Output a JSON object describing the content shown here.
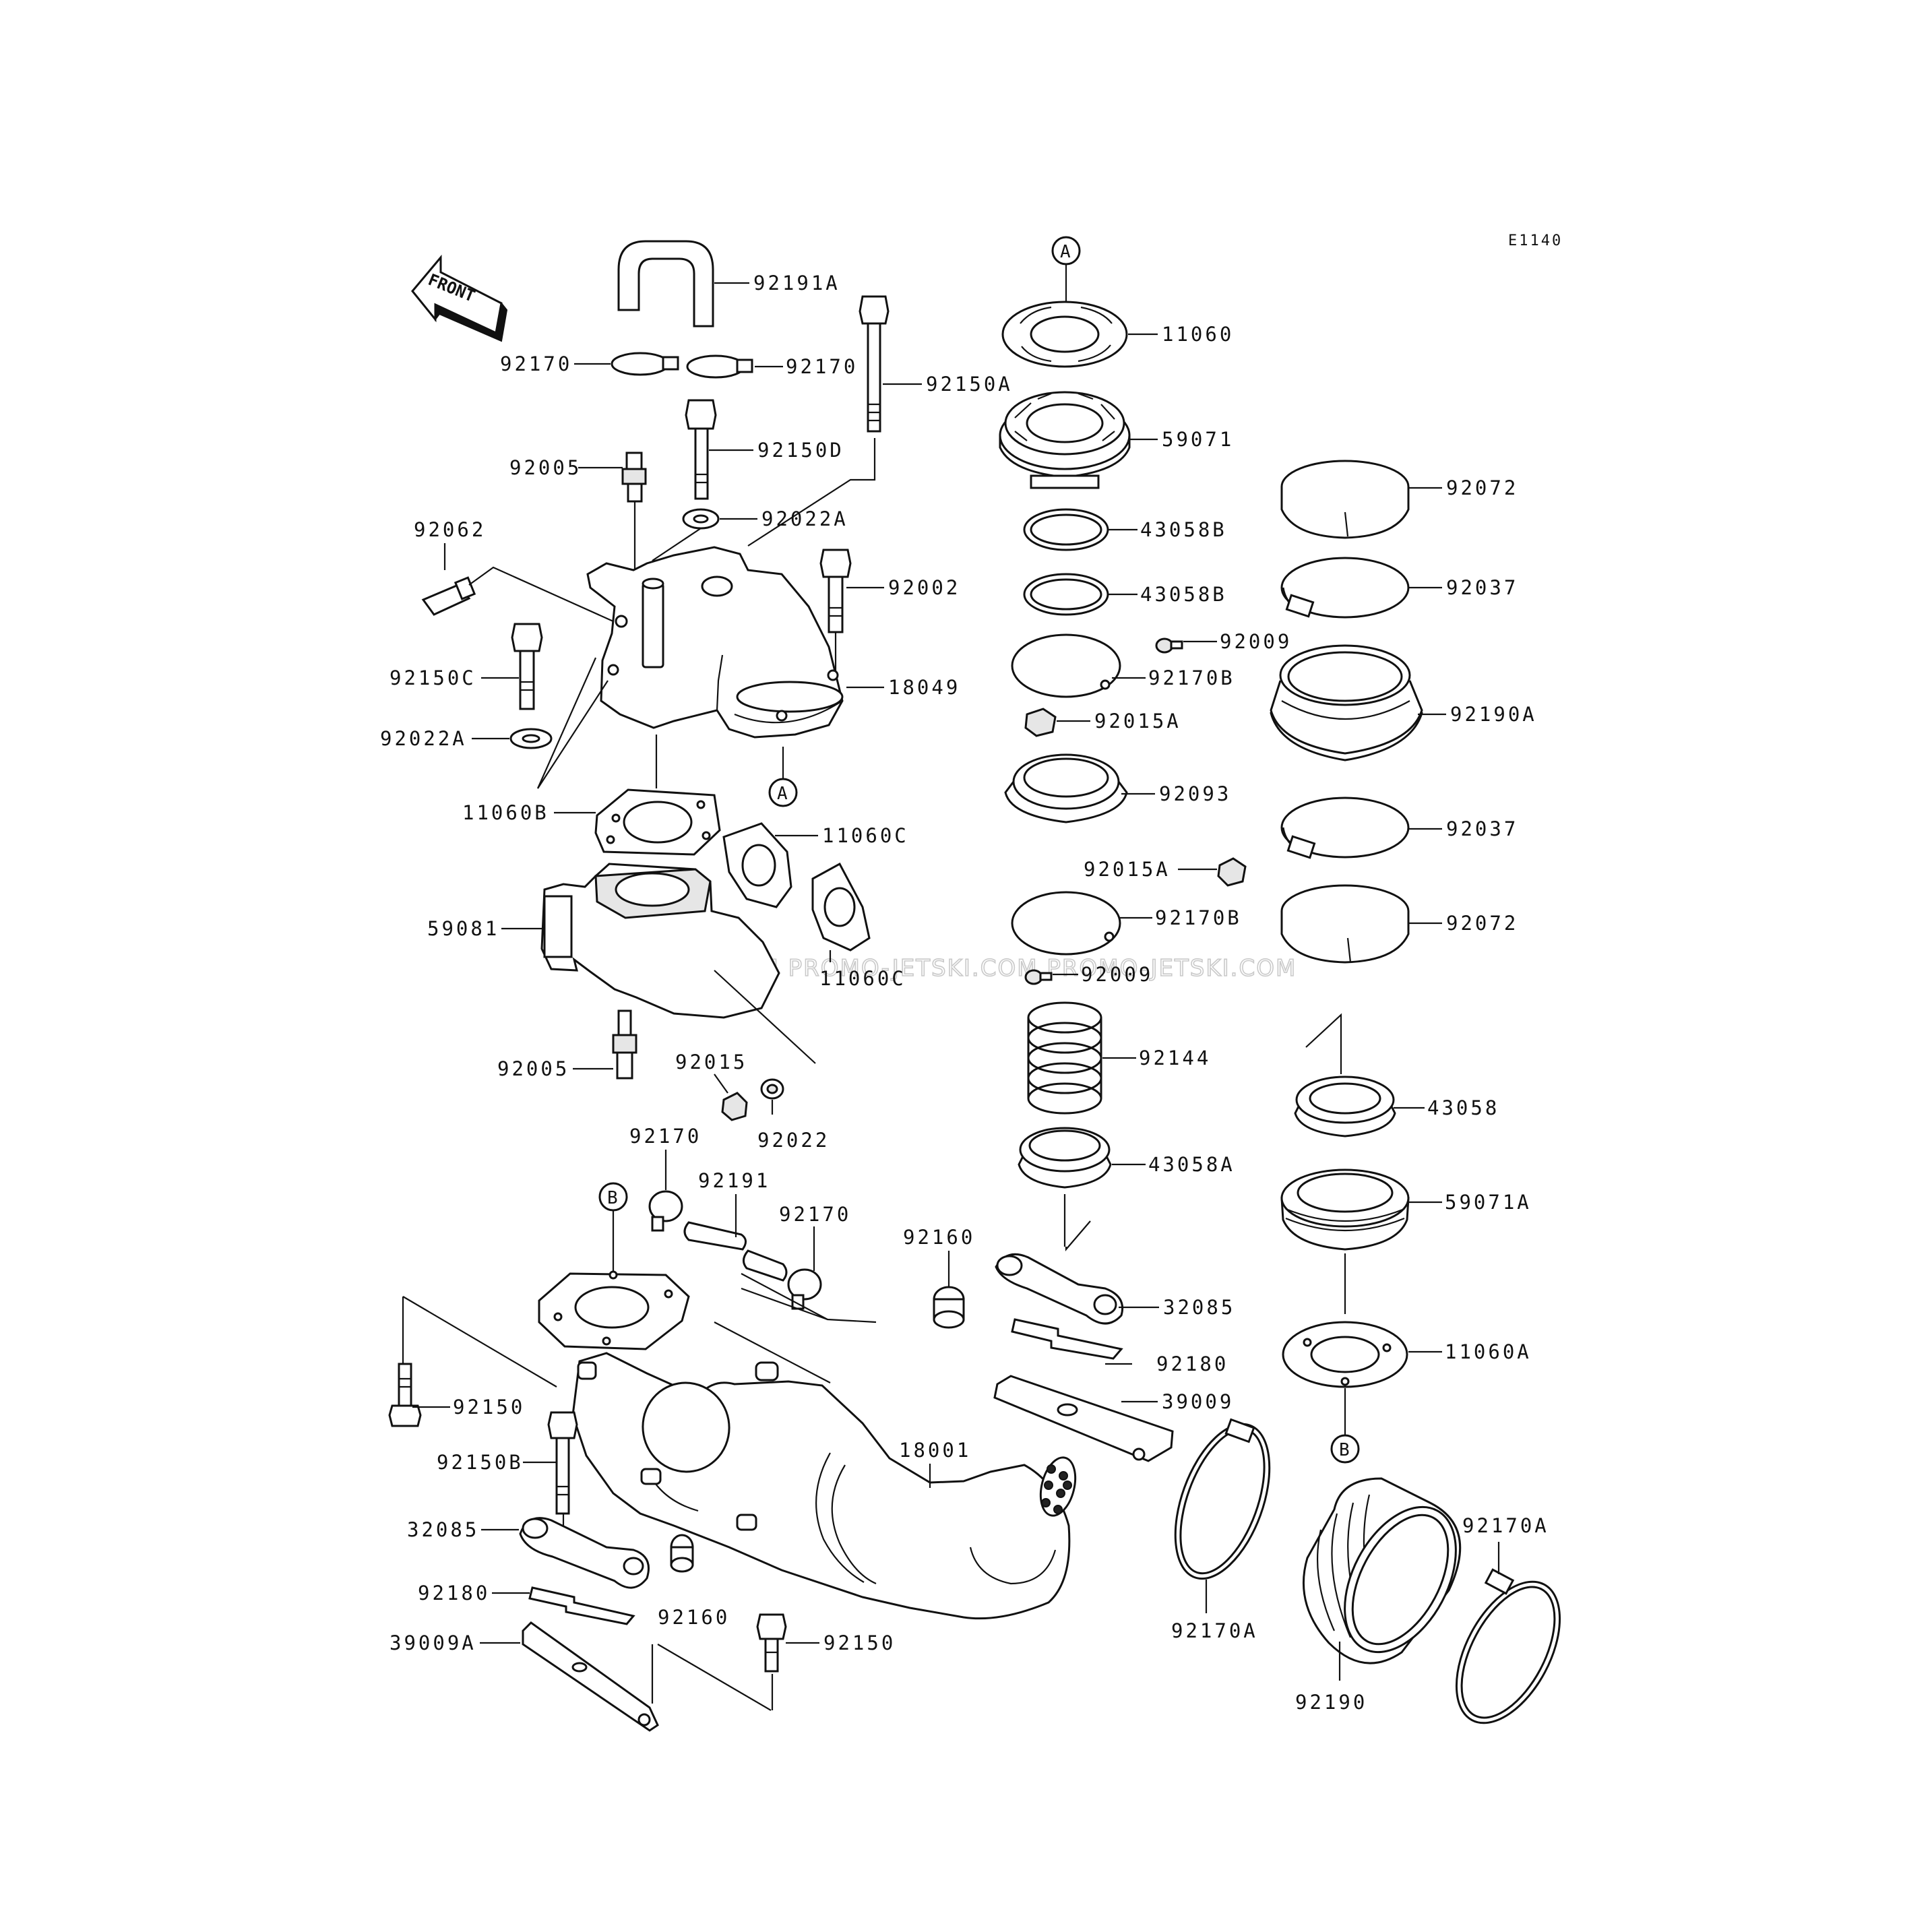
{
  "diagram_code": "E1140",
  "front_label": "FRONT",
  "watermark": "JETSKI.COM  PROMO-JETSKI.COM  PROMO-JETSKI.COM",
  "ref_markers": {
    "a": "A",
    "b": "B"
  },
  "labels": {
    "p92191A": "92191A",
    "p92170_l": "92170",
    "p92170_r": "92170",
    "p92150A": "92150A",
    "p92150D": "92150D",
    "p92005_t": "92005",
    "p92022A_t": "92022A",
    "p92062": "92062",
    "p92002": "92002",
    "p92150C": "92150C",
    "p18049": "18049",
    "p92022A_l": "92022A",
    "p11060B": "11060B",
    "p11060C_t": "11060C",
    "p59081": "59081",
    "p11060C_b": "11060C",
    "p92005_b": "92005",
    "p92015": "92015",
    "p92022": "92022",
    "p92170_c1": "92170",
    "p92191": "92191",
    "p92170_c2": "92170",
    "p92160_t": "92160",
    "p32085_r": "32085",
    "p92180_r": "92180",
    "p39009": "39009",
    "p18001": "18001",
    "p92150_l": "92150",
    "p92150B": "92150B",
    "p32085_l": "32085",
    "p92180_l": "92180",
    "p92160_b": "92160",
    "p39009A": "39009A",
    "p92150_b": "92150",
    "p11060": "11060",
    "p59071": "59071",
    "p43058B_1": "43058B",
    "p43058B_2": "43058B",
    "p92009_t": "92009",
    "p92170B_t": "92170B",
    "p92015A_t": "92015A",
    "p92093": "92093",
    "p92015A_b": "92015A",
    "p92170B_b": "92170B",
    "p92009_b": "92009",
    "p92144": "92144",
    "p43058A": "43058A",
    "p92072_t": "92072",
    "p92037_t": "92037",
    "p92190A": "92190A",
    "p92037_b": "92037",
    "p92072_b": "92072",
    "p43058": "43058",
    "p59071A": "59071A",
    "p11060A": "11060A",
    "p92170A_l": "92170A",
    "p92170A_r": "92170A",
    "p92190": "92190"
  }
}
